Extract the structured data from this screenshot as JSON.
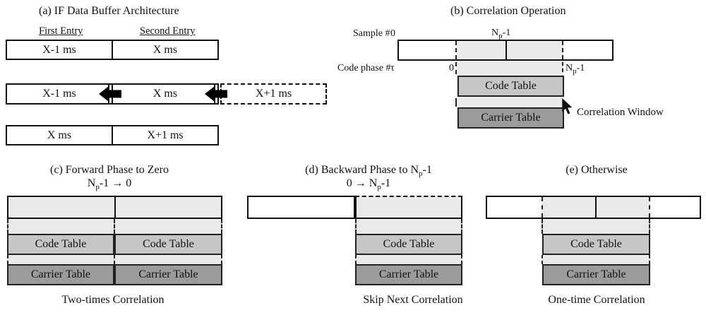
{
  "labels": {
    "code_table": "Code Table",
    "carrier_table": "Carrier Table"
  },
  "colors": {
    "window_shade": "#e9e9e9",
    "code_table_fill": "#c6c6c6",
    "carrier_table_fill": "#9b9b9b",
    "line": "#111111"
  },
  "panel_a": {
    "title": "(a)  IF Data Buffer Architecture",
    "first_entry": "First Entry",
    "second_entry": "Second Entry",
    "row1": {
      "cell1": "X-1 ms",
      "cell2": "X ms"
    },
    "row2": {
      "cell1": "X-1 ms",
      "cell2": "X ms",
      "incoming": "X+1 ms"
    },
    "row3": {
      "cell1": "X ms",
      "cell2": "X+1 ms"
    }
  },
  "panel_b": {
    "title": "(b)  Correlation Operation",
    "sample_label": "Sample #",
    "sample_zero": "0",
    "np1_top": {
      "base": "N",
      "sub": "p",
      "rest": "-1"
    },
    "code_phase_label": "Code phase #",
    "tau": "τ",
    "phase_zero": "0",
    "phase_np1": {
      "base": "N",
      "sub": "p",
      "rest": "-1"
    },
    "correlation_window": "Correlation Window"
  },
  "panel_c": {
    "title": "(c)  Forward Phase to Zero",
    "subtitle": {
      "pre": "N",
      "sub": "p",
      "post": "-1 → 0"
    },
    "caption": "Two-times Correlation"
  },
  "panel_d": {
    "title": {
      "pre": "(d) Backward Phase to N",
      "sub": "p",
      "post": "-1"
    },
    "subtitle": {
      "pre": "0 → N",
      "sub": "p",
      "post": "-1"
    },
    "caption": "Skip Next Correlation"
  },
  "panel_e": {
    "title": "(e) Otherwise",
    "caption": "One-time Correlation"
  }
}
